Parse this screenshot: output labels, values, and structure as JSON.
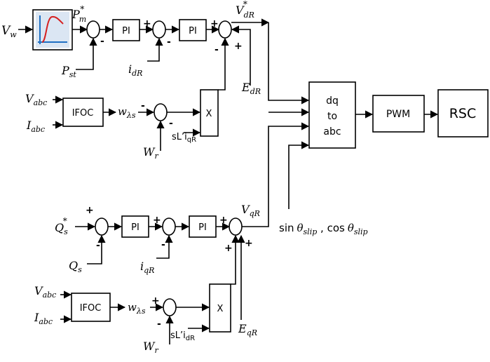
{
  "top": {
    "input_vw": "V",
    "input_vw_sub": "w",
    "pm_main": "P",
    "pm_sub": "m",
    "pm_sup": "*",
    "pst_main": "P",
    "pst_sub": "st",
    "pi1": "PI",
    "pi2": "PI",
    "idr_main": "i",
    "idr_sub": "dR",
    "vdr_main": "V",
    "vdr_sub": "dR",
    "vdr_sup": "*",
    "edr_main": "E",
    "edr_sub": "dR",
    "vabc_main": "V",
    "vabc_sub": "abc",
    "iabc_main": "I",
    "iabc_sub": "abc",
    "ifoc": "IFOC",
    "w_main": "w",
    "w_sub": "λs",
    "wr_main": "W",
    "wr_sub": "r",
    "sl_term": "sL’i",
    "sl_sub": "qR",
    "mult": "X"
  },
  "bottom": {
    "qs_ref_main": "Q",
    "qs_ref_sub": "s",
    "qs_ref_sup": "*",
    "qs_main": "Q",
    "qs_sub": "s",
    "pi1": "PI",
    "pi2": "PI",
    "iqr_main": "i",
    "iqr_sub": "qR",
    "vqr_main": "V",
    "vqr_sub": "qR",
    "eqr_main": "E",
    "eqr_sub": "qR",
    "vabc_main": "V",
    "vabc_sub": "abc",
    "iabc_main": "I",
    "iabc_sub": "abc",
    "ifoc": "IFOC",
    "w_main": "w",
    "w_sub": "λs",
    "wr_main": "W",
    "wr_sub": "r",
    "sl_term": "sL’i",
    "sl_sub": "dR",
    "mult": "X"
  },
  "right": {
    "dq_line1": "dq",
    "dq_line2": "to",
    "dq_line3": "abc",
    "pwm": "PWM",
    "rsc": "RSC",
    "slip_sin": "sin",
    "slip_theta1": "θ",
    "slip_sub1": "slip",
    "slip_sep": " , cos",
    "slip_theta2": "θ",
    "slip_sub2": "slip"
  },
  "signs": {
    "plus": "+",
    "minus": "-"
  }
}
